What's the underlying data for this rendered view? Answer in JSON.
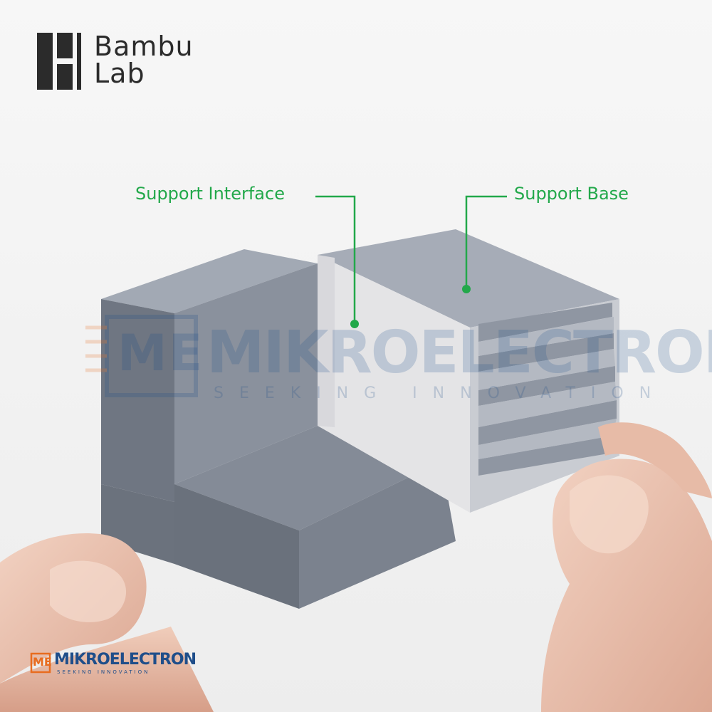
{
  "brand": {
    "line1": "Bambu",
    "line2": "Lab",
    "logo_icon": "bambu-lab-logo-icon"
  },
  "callouts": {
    "interface": "Support Interface",
    "base": "Support Base"
  },
  "watermark": {
    "center_initials": "ME",
    "center_name": "MIKROELECTRON",
    "center_tagline": "SEEKING INNOVATION",
    "corner_initials": "ME",
    "corner_name": "MIKROELECTRON",
    "corner_tagline": "SEEKING INNOVATION"
  },
  "colors": {
    "callout_green": "#22a84a",
    "model_grey": "#7f8794",
    "support_white": "#e6e6e8",
    "background": "#f4f4f4"
  }
}
